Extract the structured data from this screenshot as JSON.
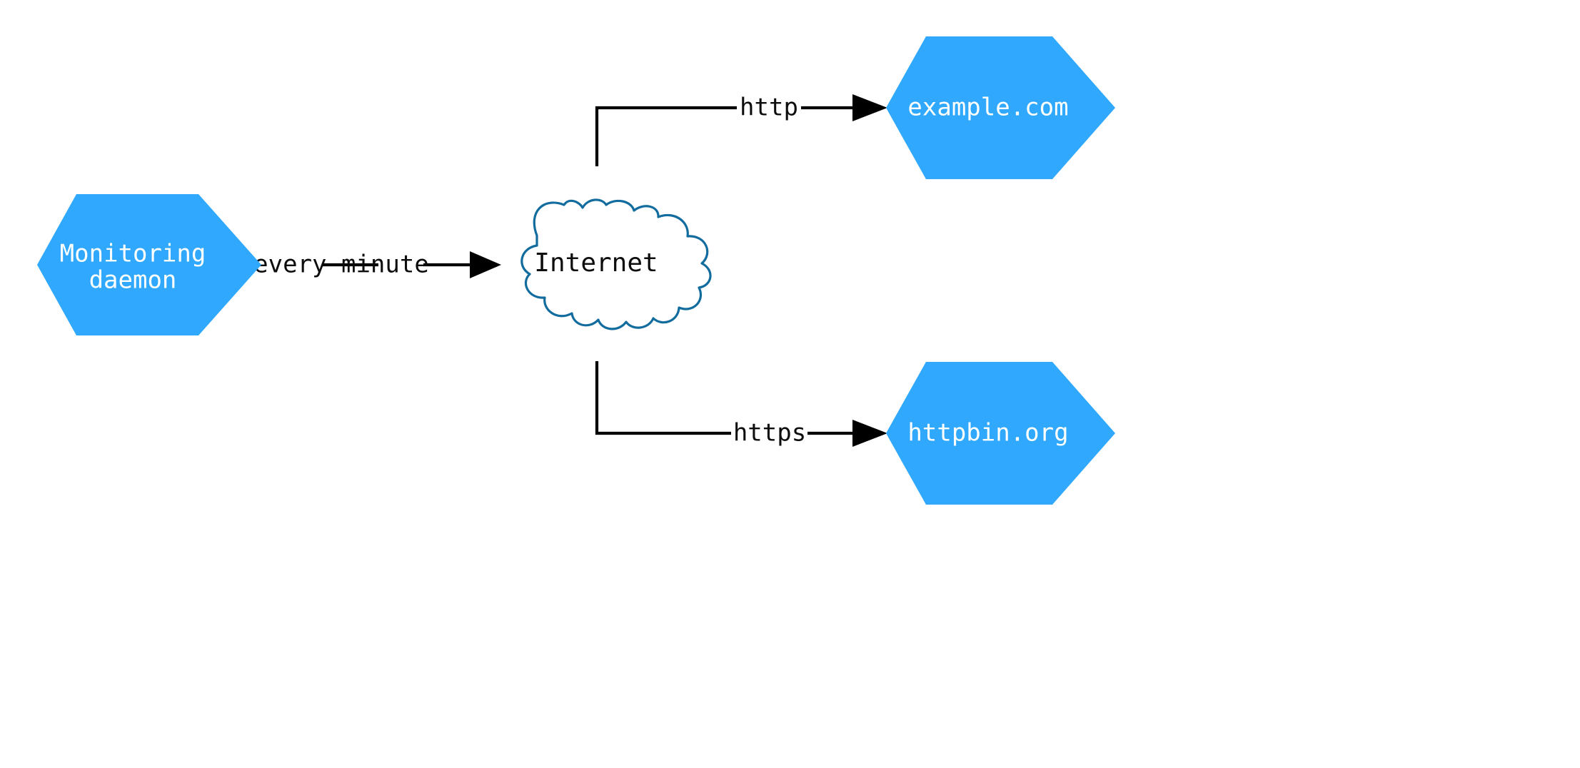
{
  "diagram": {
    "type": "network-flow-diagram",
    "background_color": "#ffffff",
    "node_fill_color": "#2fa8fd",
    "node_text_color": "#ffffff",
    "cloud_stroke_color": "#136c9e",
    "cloud_fill_color": "#ffffff",
    "edge_color": "#000000",
    "nodes": [
      {
        "id": "monitoring-daemon",
        "shape": "hexagon",
        "label_line1": "Monitoring",
        "label_line2": "daemon"
      },
      {
        "id": "internet",
        "shape": "cloud",
        "label": "Internet"
      },
      {
        "id": "example-com",
        "shape": "hexagon",
        "label": "example.com"
      },
      {
        "id": "httpbin-org",
        "shape": "hexagon",
        "label": "httpbin.org"
      }
    ],
    "edges": [
      {
        "id": "daemon-to-internet",
        "from": "monitoring-daemon",
        "to": "internet",
        "label": "every minute"
      },
      {
        "id": "internet-to-example",
        "from": "internet",
        "to": "example-com",
        "label": "http"
      },
      {
        "id": "internet-to-httpbin",
        "from": "internet",
        "to": "httpbin-org",
        "label": "https"
      }
    ]
  }
}
